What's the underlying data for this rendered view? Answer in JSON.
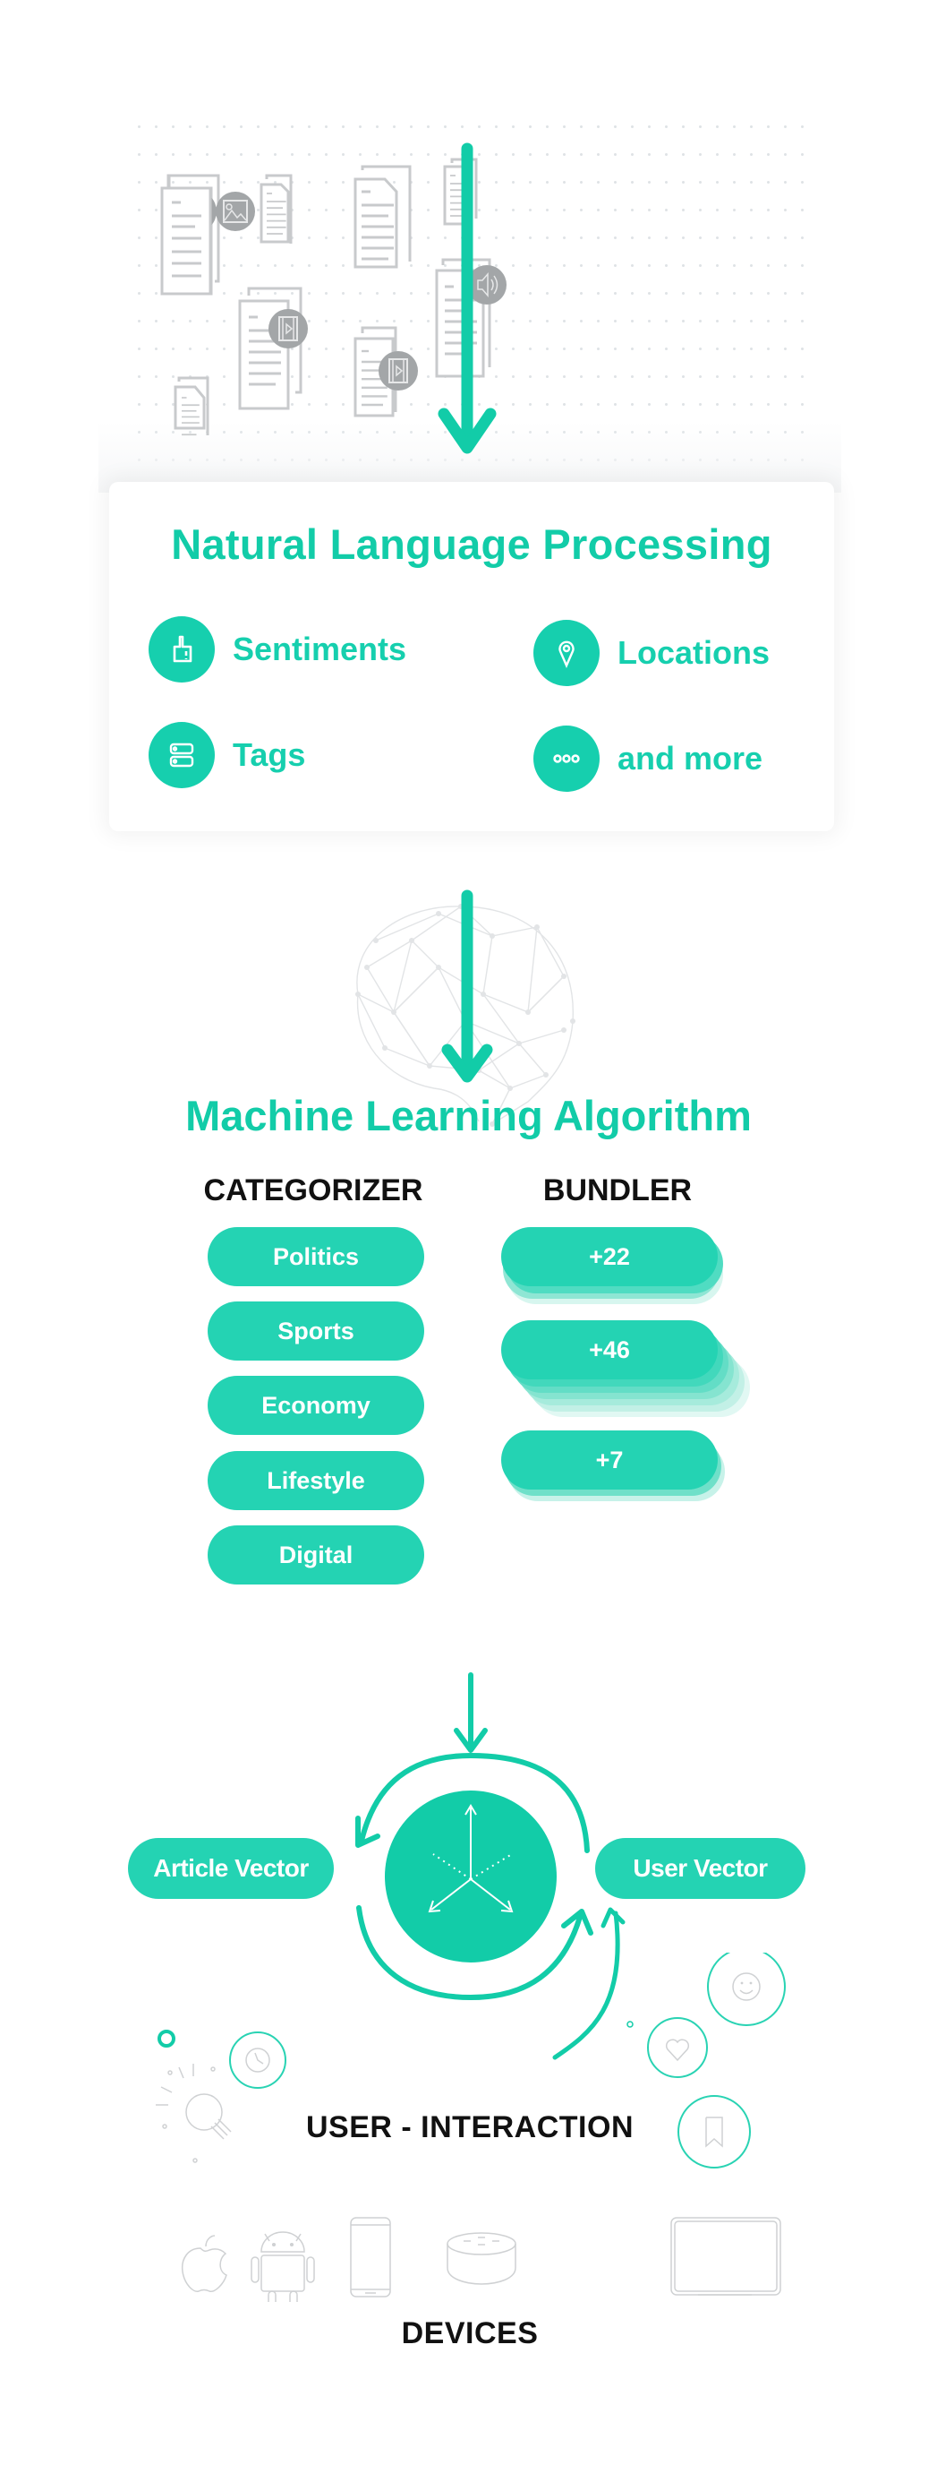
{
  "colors": {
    "accent": "#12cca8",
    "pill": "#24d3b3",
    "icon_gray": "#a3a6a8",
    "line_gray": "#c8cacc",
    "heading_dark": "#111111"
  },
  "sources": {
    "documents": [
      {
        "type": "document",
        "badge": "image-icon"
      },
      {
        "type": "document",
        "badge": null
      },
      {
        "type": "document",
        "badge": null
      },
      {
        "type": "document",
        "badge": null
      },
      {
        "type": "document",
        "badge": "video-icon"
      },
      {
        "type": "document",
        "badge": "audio-icon"
      },
      {
        "type": "document",
        "badge": null
      },
      {
        "type": "document",
        "badge": "video-icon"
      }
    ]
  },
  "nlp": {
    "title": "Natural Language Processing",
    "features": [
      {
        "label": "Sentiments",
        "icon": "thumbs-up-icon"
      },
      {
        "label": "Locations",
        "icon": "location-pin-icon"
      },
      {
        "label": "Tags",
        "icon": "tags-icon"
      },
      {
        "label": "and more",
        "icon": "more-icon"
      }
    ]
  },
  "ml": {
    "title": "Machine Learning Algorithm",
    "categorizer": {
      "heading": "CATEGORIZER",
      "items": [
        "Politics",
        "Sports",
        "Economy",
        "Lifestyle",
        "Digital"
      ]
    },
    "bundler": {
      "heading": "BUNDLER",
      "items": [
        "+22",
        "+46",
        "+7"
      ]
    }
  },
  "vectors": {
    "article": "Article Vector",
    "user": "User Vector"
  },
  "interaction": {
    "label": "USER - INTERACTION",
    "icons": [
      "clock-icon",
      "lightbulb-icon",
      "smiley-icon",
      "heart-icon",
      "bookmark-icon"
    ]
  },
  "devices": {
    "label": "DEVICES",
    "items": [
      "apple-icon",
      "android-icon",
      "smartphone-icon",
      "smart-speaker-icon",
      "tablet-icon"
    ]
  }
}
